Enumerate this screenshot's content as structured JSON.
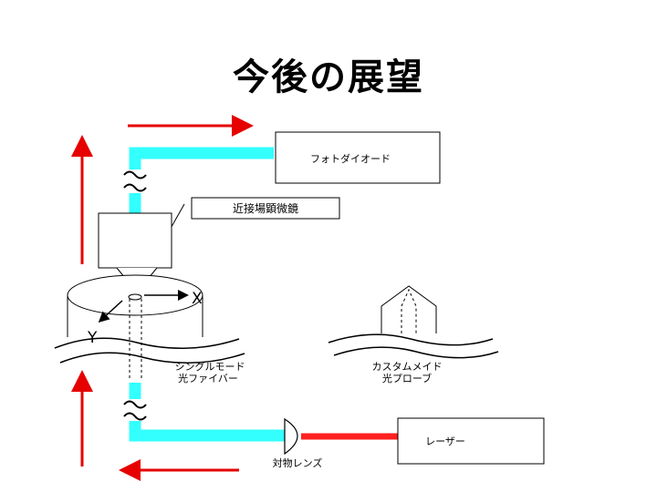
{
  "slide": {
    "title": "今後の展望"
  },
  "labels": {
    "photodiode": "フォトダイオード",
    "microscope": "近接場顕微鏡",
    "axis_x": "X",
    "axis_y": "Y",
    "fiber_line1": "シングルモード",
    "fiber_line2": "光ファイバー",
    "probe_line1": "カスタムメイド",
    "probe_line2": "光プローブ",
    "laser": "レーザー",
    "lens": "対物レンズ"
  },
  "colors": {
    "fiber": "#33ffff",
    "arrow": "#e60000",
    "laser_beam": "#ff2020",
    "line": "#000000"
  }
}
